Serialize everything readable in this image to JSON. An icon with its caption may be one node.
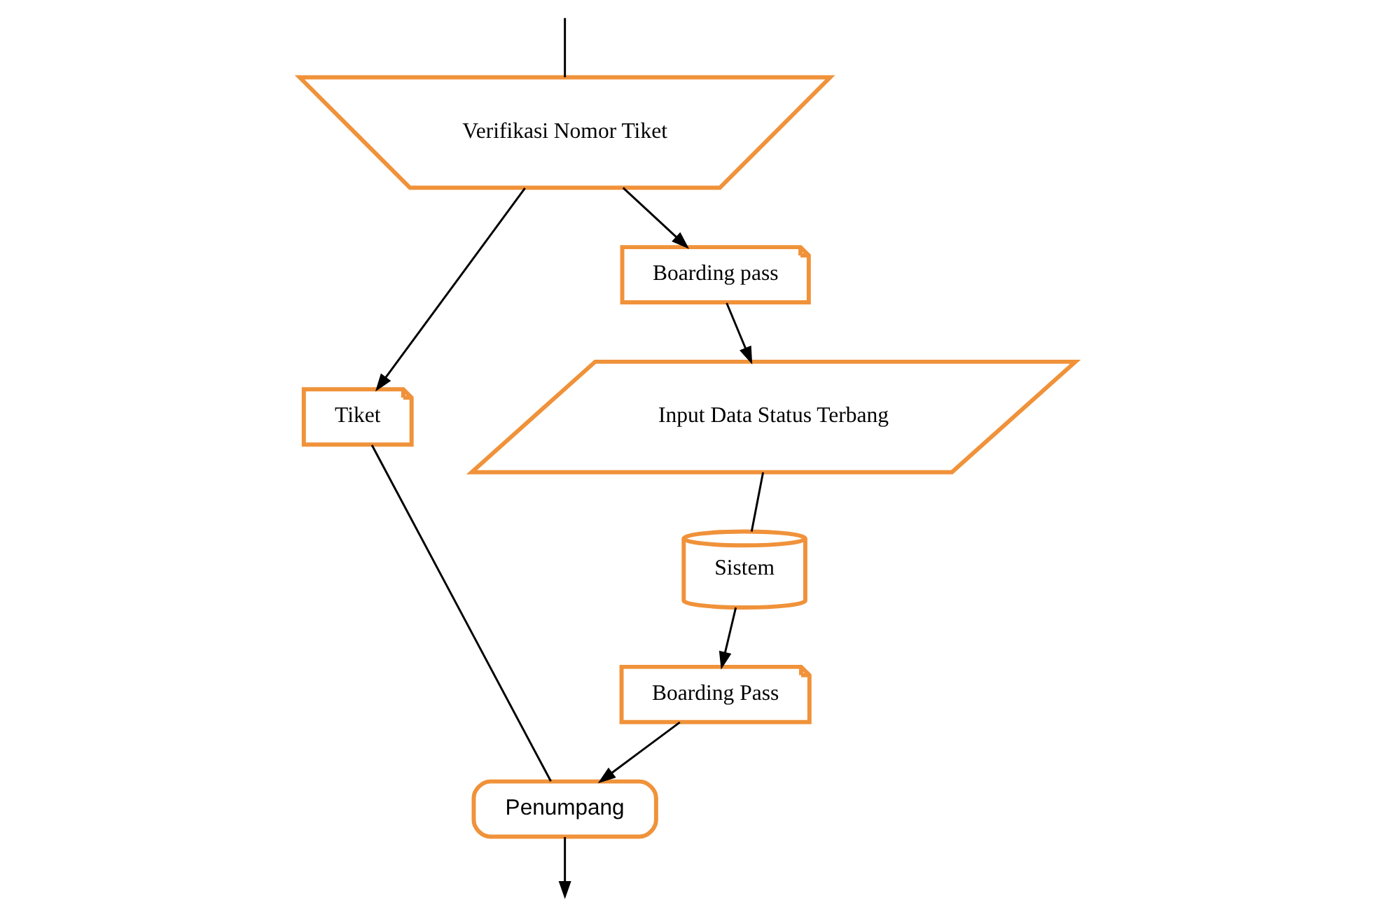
{
  "diagram": {
    "nodes": [
      {
        "text": [
          "Verifikasi Nomor Tiket"
        ]
      },
      {
        "text": [
          "Tiket"
        ]
      },
      {
        "text": [
          "Boarding pass"
        ]
      },
      {
        "text": [
          "Input Data Status Terbang"
        ]
      },
      {
        "text": [
          "Sistem"
        ]
      },
      {
        "text": [
          "Boarding Pass"
        ]
      },
      {
        "text": [
          "Penumpang"
        ]
      }
    ],
    "edges": [
      {
        "from": null,
        "to": 0,
        "arrow": "none"
      },
      {
        "from": 0,
        "to": 1,
        "arrow": "to"
      },
      {
        "from": 0,
        "to": 2,
        "arrow": "to"
      },
      {
        "from": 2,
        "to": 3,
        "arrow": "to"
      },
      {
        "from": 3,
        "to": 4,
        "arrow": "none"
      },
      {
        "from": 4,
        "to": 5,
        "arrow": "to"
      },
      {
        "from": 5,
        "to": 6,
        "arrow": "to"
      },
      {
        "from": 1,
        "to": 6,
        "arrow": "none"
      },
      {
        "from": 6,
        "to": null,
        "arrow": "to"
      }
    ]
  }
}
